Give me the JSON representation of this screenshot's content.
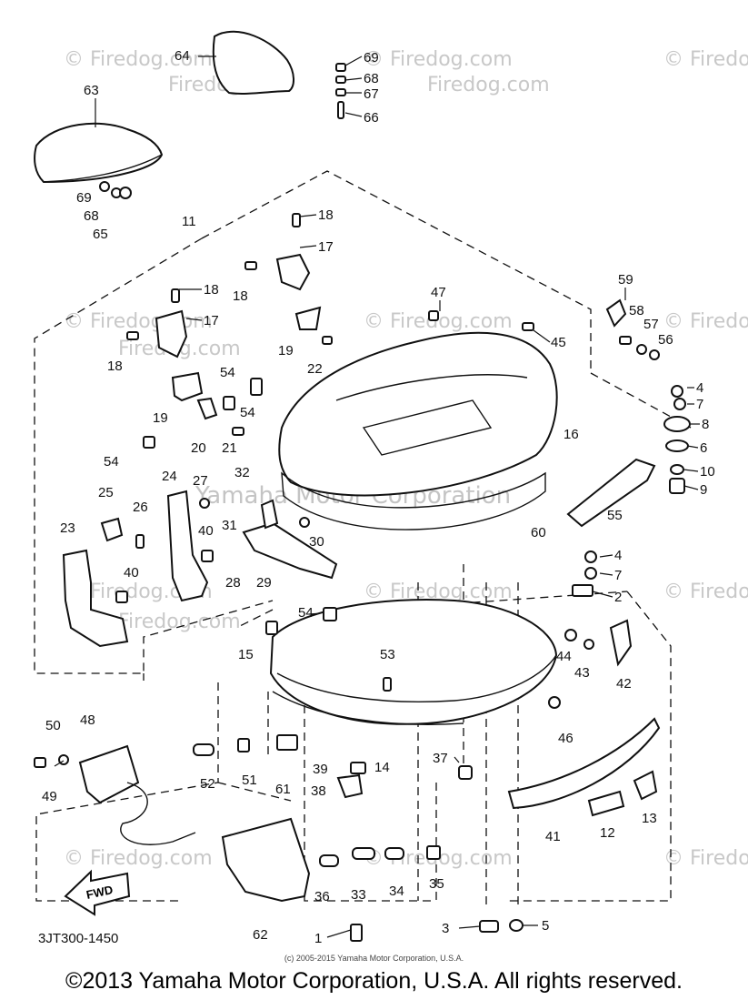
{
  "watermark": {
    "copyright": "© Firedog.com",
    "brand": "Firedog.com",
    "yamaha": "Yamaha Motor Corporation"
  },
  "callouts": [
    "64",
    "69",
    "68",
    "67",
    "66",
    "63",
    "69",
    "68",
    "65",
    "11",
    "18",
    "17",
    "18",
    "18",
    "17",
    "19",
    "22",
    "47",
    "45",
    "59",
    "58",
    "57",
    "56",
    "18",
    "54",
    "54",
    "19",
    "20",
    "21",
    "54",
    "4",
    "7",
    "8",
    "6",
    "10",
    "9",
    "16",
    "55",
    "32",
    "25",
    "26",
    "27",
    "24",
    "31",
    "30",
    "60",
    "23",
    "40",
    "28",
    "29",
    "40",
    "4",
    "7",
    "2",
    "54",
    "15",
    "53",
    "44",
    "43",
    "42",
    "46",
    "50",
    "48",
    "37",
    "39",
    "38",
    "14",
    "49",
    "52",
    "51",
    "61",
    "41",
    "12",
    "13",
    "62",
    "36",
    "33",
    "34",
    "35",
    "1",
    "3",
    "5"
  ],
  "drawing_code": "3JT300-1450",
  "fwd_label": "FWD",
  "small_copyright": "(c) 2005-2015 Yamaha Motor Corporation, U.S.A.",
  "footer_copyright": "©2013 Yamaha Motor Corporation, U.S.A. All rights reserved."
}
